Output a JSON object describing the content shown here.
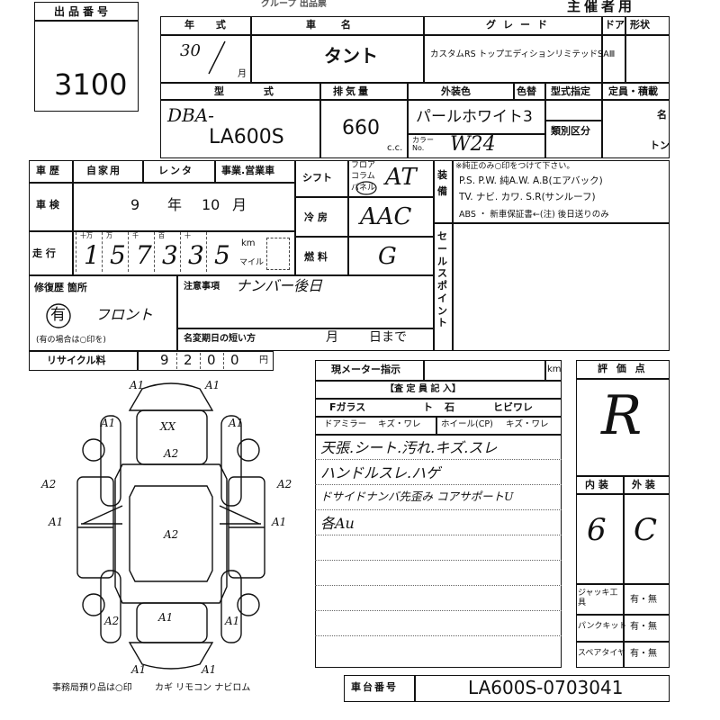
{
  "header": {
    "lot_label": "出品番号",
    "lot_value": "3100",
    "form_title": "グループ 出品票",
    "organizer_use": "主催者用"
  },
  "row1": {
    "year_label": "年 式",
    "year_value": "30",
    "month_unit": "月",
    "car_label": "車 名",
    "car_value": "タント",
    "grade_label": "グレード",
    "grade_value": "カスタムRS トップエディションリミテッドSAⅢ",
    "doors_label": "ドア",
    "shape_label": "形状"
  },
  "row2": {
    "model_label": "型 式",
    "model_prefix": "DBA-",
    "model_value": "LA600S",
    "disp_label": "排気量",
    "disp_value": "660",
    "disp_unit": "c.c.",
    "ext_label": "外装色",
    "color_change_label": "色替",
    "color_value": "パールホワイト3",
    "color_no_label": "カラーNo.",
    "color_no_value": "W24",
    "type_label": "型式指定",
    "cat_label": "類別区分",
    "capacity_label": "定員・積載",
    "cap_unit": "名",
    "load_unit": "トン"
  },
  "history": {
    "label": "車 歴",
    "opt1": "自家用",
    "opt2": "レンタ",
    "opt3": "事業.営業車"
  },
  "inspection": {
    "label": "車 検",
    "year": "9",
    "year_unit": "年",
    "month": "10",
    "month_unit": "月"
  },
  "mileage": {
    "label": "走 行",
    "place_labels": [
      "十万",
      "万",
      "千",
      "百",
      "十",
      ""
    ],
    "digits": [
      "1",
      "5",
      "7",
      "3",
      "3",
      "5"
    ],
    "unit_km": "km",
    "unit_mile": "マイル"
  },
  "shift": {
    "label": "シフト",
    "opt_floor": "フロア",
    "opt_column": "コラム",
    "opt_panel": "パネル",
    "value": "AT"
  },
  "ac": {
    "label": "冷 房",
    "value": "AAC"
  },
  "fuel": {
    "label": "燃 料",
    "value": "G"
  },
  "equipment": {
    "label": "装備",
    "note": "※純正のみ○印をつけて下さい。",
    "line1": "P.S. P.W. 純A.W. A.B(エアバック)",
    "line2": "TV. ナビ. カワ. S.R(サンルーフ)",
    "line3": "ABS ・ 新車保証書←(注) 後日送りのみ"
  },
  "sales_point": {
    "label": "セールスポイント"
  },
  "repair": {
    "label": "修復歴 箇所",
    "value": "有",
    "detail": "フロント",
    "note": "(有の場合は○印を)"
  },
  "caution": {
    "label": "注意事項",
    "value": "ナンバー後日"
  },
  "name_change": {
    "label": "名変期日の短い方",
    "month_unit": "月",
    "day_unit": "日まで"
  },
  "recycle": {
    "label": "リサイクル料",
    "digits": [
      "9",
      "2",
      "0",
      "0"
    ],
    "unit": "円"
  },
  "meter": {
    "label": "現メーター指示",
    "unit": "km"
  },
  "inspector": {
    "header": "【査 定 員 記 入】",
    "fglass_label": "Fガラス",
    "fglass_opt1": "ト",
    "fglass_opt2": "石",
    "fglass_opt3": "ヒビワレ",
    "mirror_label": "ドアミラー",
    "mirror_opts": "キズ・ワレ",
    "wheel_label": "ホイール(CP)",
    "wheel_opts": "キズ・ワレ",
    "notes": [
      "天張.シート.汚れ.キズ.スレ",
      "ハンドルスレ.ハゲ",
      "ドサイドナンバ先歪み コアサポートU",
      "各Au"
    ]
  },
  "rating": {
    "label": "評 価 点",
    "value": "R",
    "int_label": "内 装",
    "ext_label": "外 装",
    "int_value": "6",
    "ext_value": "C"
  },
  "accessories": {
    "jack_label": "ジャッキ工具",
    "puncture_label": "パンクキット",
    "spare_label": "スペアタイヤ",
    "options": "有・無"
  },
  "footer": {
    "office_items": "事務局預り品は○印",
    "items": "カギ リモコン ナビロム",
    "chassis_label": "車台番号",
    "chassis_value": "LA600S-0703041"
  },
  "diagram": {
    "marks": [
      "A1",
      "A1",
      "A1",
      "A1",
      "A2",
      "A2",
      "A1",
      "A2",
      "A1",
      "A2",
      "A2",
      "A1",
      "A1",
      "A1",
      "A1",
      "XX"
    ]
  }
}
